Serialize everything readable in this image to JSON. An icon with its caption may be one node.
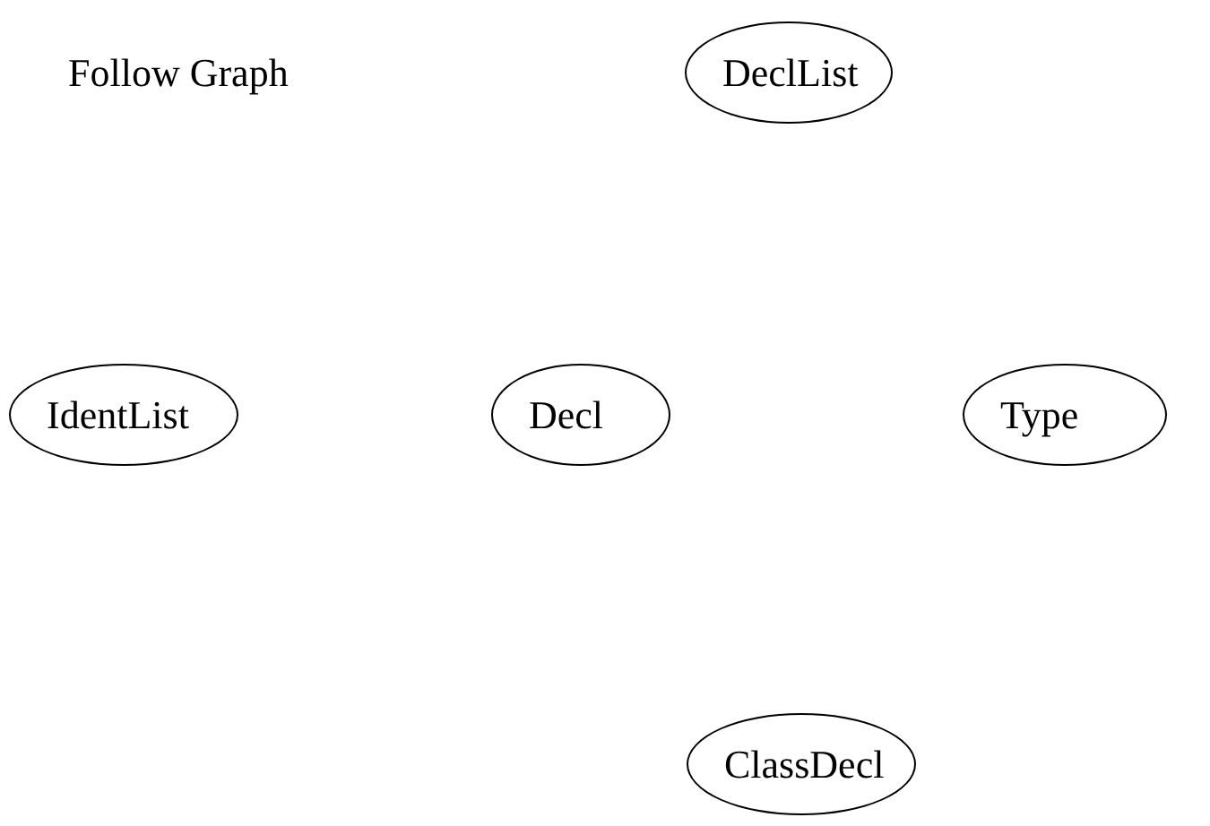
{
  "diagram": {
    "title": "Follow Graph",
    "nodes": [
      {
        "text": [
          "DeclList"
        ]
      },
      {
        "text": [
          "IdentList"
        ]
      },
      {
        "text": [
          "Decl"
        ]
      },
      {
        "text": [
          "Type"
        ]
      },
      {
        "text": [
          "ClassDecl"
        ]
      }
    ]
  }
}
